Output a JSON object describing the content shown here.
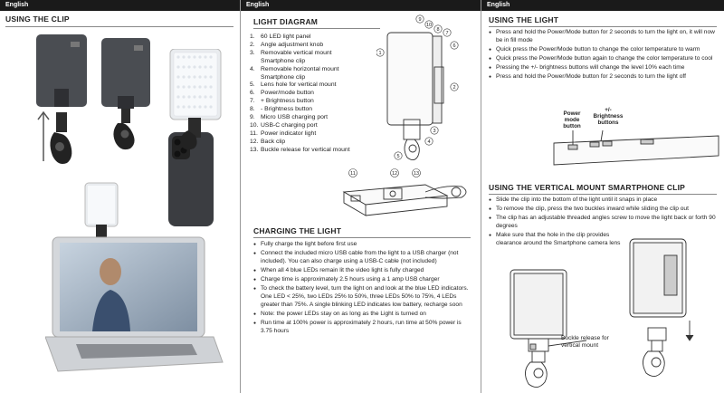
{
  "language_label": "English",
  "col1": {
    "heading": "USING THE CLIP"
  },
  "col2": {
    "diagram_heading": "LIGHT DIAGRAM",
    "parts": [
      {
        "n": "1.",
        "t": "60 LED light panel"
      },
      {
        "n": "2.",
        "t": "Angle adjustment knob"
      },
      {
        "n": "3.",
        "t": "Removable vertical mount Smartphone clip"
      },
      {
        "n": "4.",
        "t": "Removable horizontal mount Smartphone clip"
      },
      {
        "n": "5.",
        "t": "Lens hole for vertical mount"
      },
      {
        "n": "6.",
        "t": "Power/mode button"
      },
      {
        "n": "7.",
        "t": "+ Brightness button"
      },
      {
        "n": "8.",
        "t": "- Brightness button"
      },
      {
        "n": "9.",
        "t": "Micro USB charging port"
      },
      {
        "n": "10.",
        "t": "USB-C charging port"
      },
      {
        "n": "11.",
        "t": "Power indicator light"
      },
      {
        "n": "12.",
        "t": "Back clip"
      },
      {
        "n": "13.",
        "t": "Buckle release for vertical mount"
      }
    ],
    "callouts_top": [
      "9",
      "10",
      "8",
      "7",
      "6",
      "1",
      "2",
      "3",
      "4",
      "5"
    ],
    "callouts_bottom": [
      "11",
      "12",
      "13"
    ],
    "charging_heading": "CHARGING THE LIGHT",
    "charging": [
      "Fully charge the light before first use",
      "Connect the included micro USB cable from the light to a USB charger (not included). You can also charge using a USB-C cable (not included)",
      "When all 4 blue LEDs remain lit the video light is fully charged",
      "Charge time is approximately 2.5 hours using a 1 amp USB charger",
      "To check the battery level, turn the light on and look at the blue LED indicators. One LED < 25%, two LEDs 25% to 50%, three LEDs 50% to 75%, 4 LEDs greater than 75%. A single blinking LED indicates low battery, recharge soon",
      "Note: the power LEDs stay on as long as the Light is turned on",
      "Run time at 100% power is approximately 2 hours, run time at 50% power is 3.75 hours"
    ]
  },
  "col3": {
    "using_heading": "USING THE LIGHT",
    "using": [
      "Press and hold the Power/Mode button for 2 seconds to turn the light on, it will now be in fill mode",
      "Quick press the Power/Mode button to change the color temperature to warm",
      "Quick press the Power/Mode button again to change the color temperature to cool",
      "Pressing the +/- brightness buttons will change the level 10% each time",
      "Press and hold the Power/Mode button for 2 seconds to turn the light off"
    ],
    "power_label": "Power mode button",
    "bright_label": "+/- Brightness buttons",
    "clip_heading": "USING THE VERTICAL MOUNT SMARTPHONE CLIP",
    "clip": [
      "Slide the clip into the bottom of the light until it snaps in place",
      "To remove the clip, press the two buckles inward while sliding the clip out",
      "The clip has an adjustable threaded angles screw to move the light back or forth 90 degrees",
      "Make sure that the hole in the clip provides clearance around the Smartphone camera lens"
    ],
    "buckle_label": "Buckle release for vertical mount"
  }
}
